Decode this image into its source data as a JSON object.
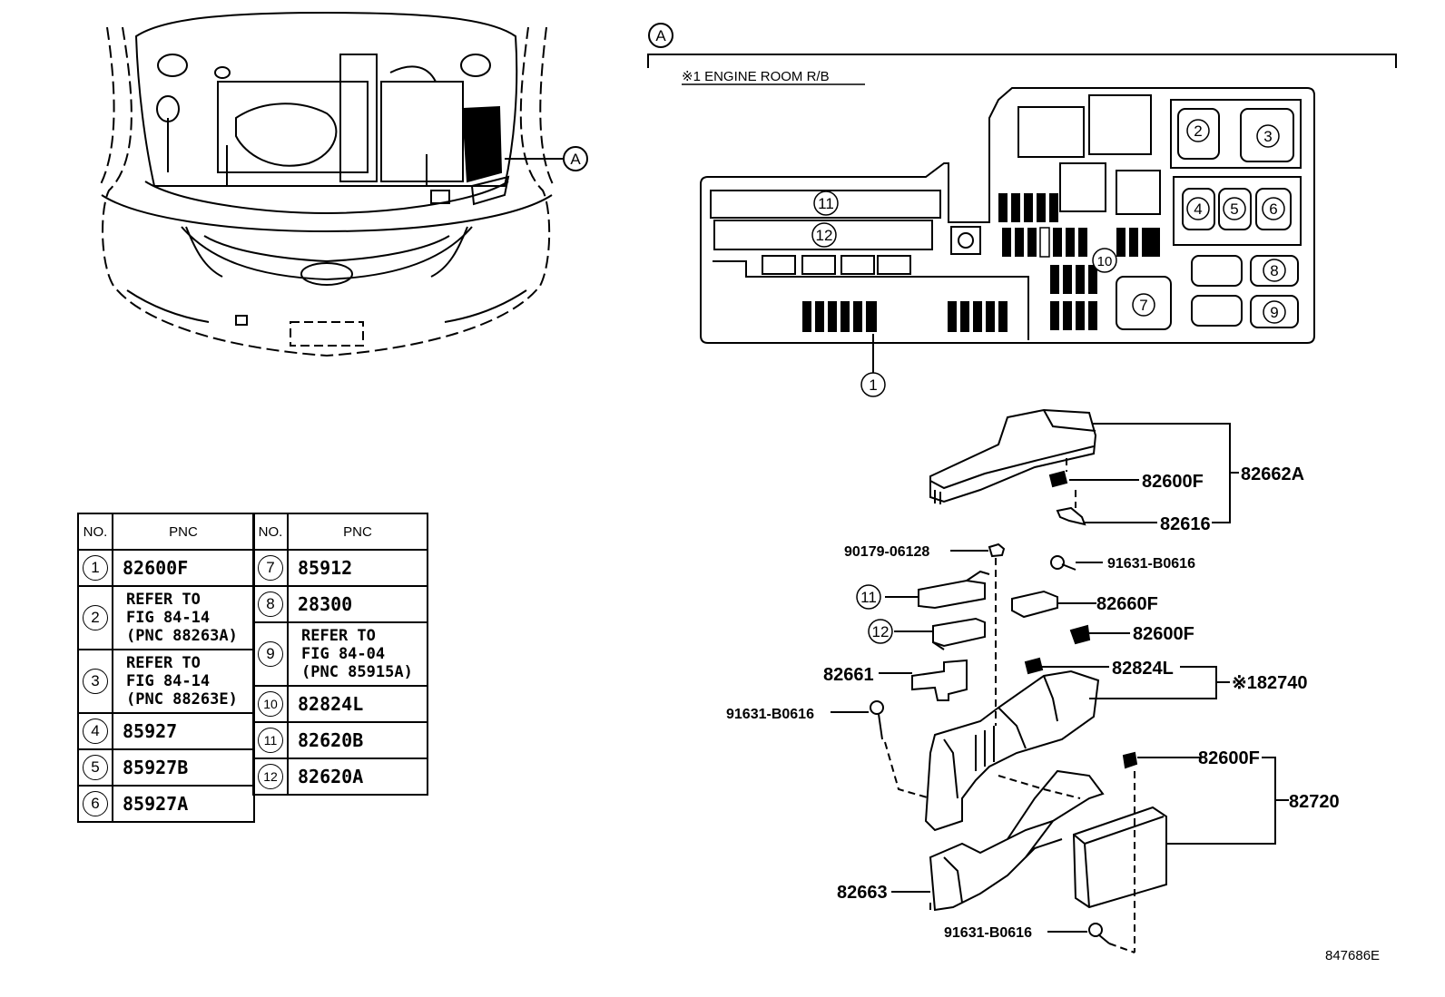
{
  "title_tag": "A",
  "section_title": "※1 ENGINE ROOM R/B",
  "car_callout": "A",
  "relay_box_numbers": {
    "n1": "1",
    "n2": "2",
    "n3": "3",
    "n4": "4",
    "n5": "5",
    "n6": "6",
    "n7": "7",
    "n8": "8",
    "n9": "9",
    "n10": "10",
    "n11": "11",
    "n12": "12"
  },
  "table_left": {
    "headers": [
      "NO.",
      "PNC"
    ],
    "rows": [
      {
        "no": "1",
        "pnc": "82600F"
      },
      {
        "no": "2",
        "pnc": "REFER TO\nFIG 84-14\n(PNC 88263A)"
      },
      {
        "no": "3",
        "pnc": "REFER TO\nFIG 84-14\n(PNC 88263E)"
      },
      {
        "no": "4",
        "pnc": "85927"
      },
      {
        "no": "5",
        "pnc": "85927B"
      },
      {
        "no": "6",
        "pnc": "85927A"
      }
    ]
  },
  "table_right": {
    "headers": [
      "NO.",
      "PNC"
    ],
    "rows": [
      {
        "no": "7",
        "pnc": "85912"
      },
      {
        "no": "8",
        "pnc": "28300"
      },
      {
        "no": "9",
        "pnc": "REFER TO\nFIG 84-04\n(PNC 85915A)"
      },
      {
        "no": "10",
        "pnc": "82824L"
      },
      {
        "no": "11",
        "pnc": "82620B"
      },
      {
        "no": "12",
        "pnc": "82620A"
      }
    ]
  },
  "parts": {
    "p82600F_a": "82600F",
    "p82662A": "82662A",
    "p82616": "82616",
    "p90179": "90179-06128",
    "p91631_a": "91631-B0616",
    "p82660F": "82660F",
    "p82600F_b": "82600F",
    "p82824L": "82824L",
    "p82740": "※182740",
    "p82661": "82661",
    "p91631_b": "91631-B0616",
    "p82600F_c": "82600F",
    "p82720": "82720",
    "p82663": "82663",
    "p91631_c": "91631-B0616",
    "label11": "11",
    "label12": "12"
  },
  "figure_id": "847686E"
}
